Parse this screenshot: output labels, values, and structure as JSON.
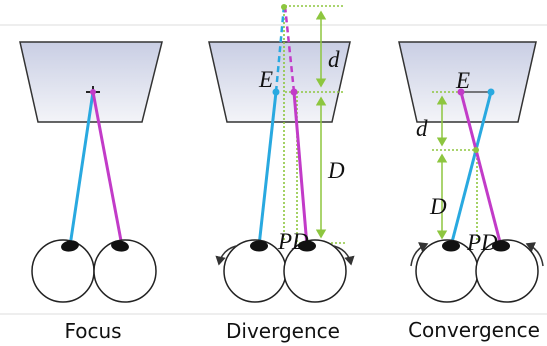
{
  "colors": {
    "screen_top": "#c9cee4",
    "screen_bottom": "#f3f4f8",
    "screen_stroke": "#333333",
    "left_eye_ray": "#29a9e0",
    "right_eye_ray": "#c23bc8",
    "measure_line": "#8dc63f",
    "text": "#111111"
  },
  "panels": [
    {
      "id": "focus",
      "caption": "Focus"
    },
    {
      "id": "divergence",
      "caption": "Divergence",
      "labels": {
        "d": "d",
        "D": "D",
        "E": "E",
        "PD": "PD"
      }
    },
    {
      "id": "convergence",
      "caption": "Convergence",
      "labels": {
        "d": "d",
        "D": "D",
        "E": "E",
        "PD": "PD"
      }
    }
  ],
  "icons": [
    "eyeball-icon",
    "rotation-arrow-icon",
    "crosshair-icon"
  ]
}
